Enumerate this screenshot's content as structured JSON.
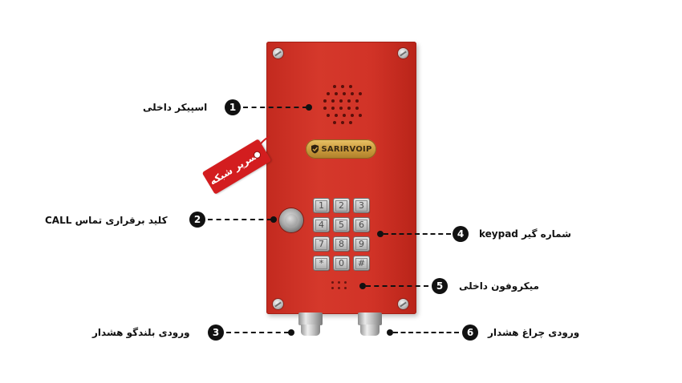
{
  "brand": "SARIRVOIP",
  "tag": "سرپر شبکه",
  "keypad": [
    "1",
    "2",
    "3",
    "4",
    "5",
    "6",
    "7",
    "8",
    "9",
    "*",
    "0",
    "#"
  ],
  "callouts": [
    {
      "num": "1",
      "text": "اسپیکر داخلی"
    },
    {
      "num": "2",
      "text": "کلید برقراری تماس CALL"
    },
    {
      "num": "3",
      "text": "ورودی بلندگو هشدار"
    },
    {
      "num": "4",
      "text": "شماره گیر keypad"
    },
    {
      "num": "5",
      "text": "میکروفون داخلی"
    },
    {
      "num": "6",
      "text": "ورودی چراغ هشدار"
    }
  ]
}
